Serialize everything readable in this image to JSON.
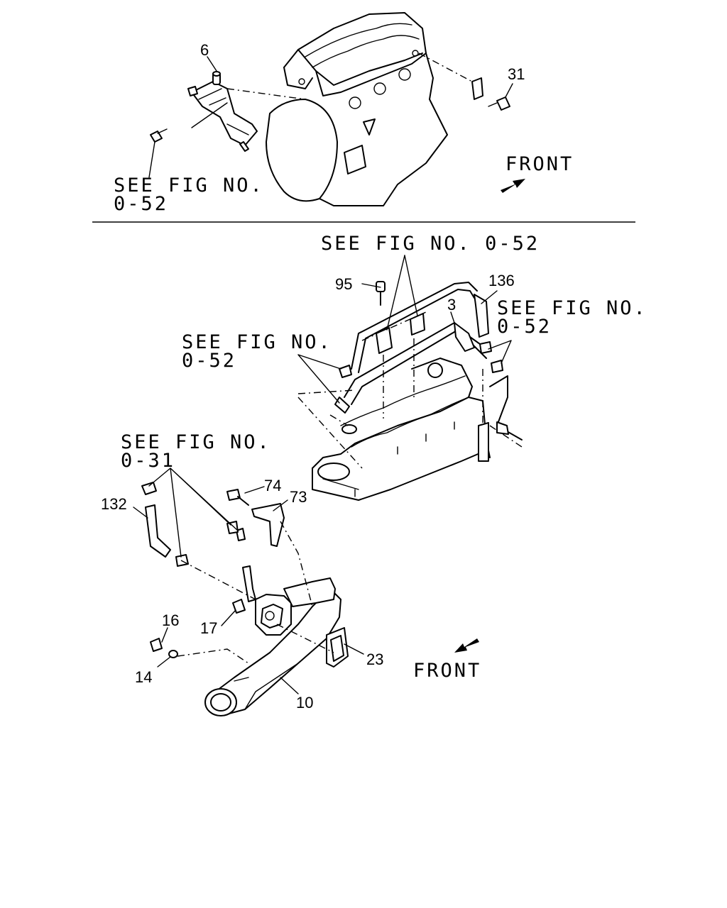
{
  "top_view": {
    "callouts": {
      "part6": "6",
      "part31": "31"
    },
    "see_fig": {
      "line1": "SEE FIG NO.",
      "line2": "0-52"
    },
    "front_label": "FRONT"
  },
  "bottom_view": {
    "callouts": {
      "part95": "95",
      "part136": "136",
      "part3": "3",
      "part74": "74",
      "part73": "73",
      "part132": "132",
      "part16": "16",
      "part17": "17",
      "part14": "14",
      "part23": "23",
      "part10": "10"
    },
    "see_fig_top": "SEE FIG NO. 0-52",
    "see_fig_right": {
      "line1": "SEE FIG NO.",
      "line2": "0-52"
    },
    "see_fig_left": {
      "line1": "SEE FIG NO.",
      "line2": "0-52"
    },
    "see_fig_031": {
      "line1": "SEE FIG NO.",
      "line2": "0-31"
    },
    "front_label": "FRONT"
  }
}
